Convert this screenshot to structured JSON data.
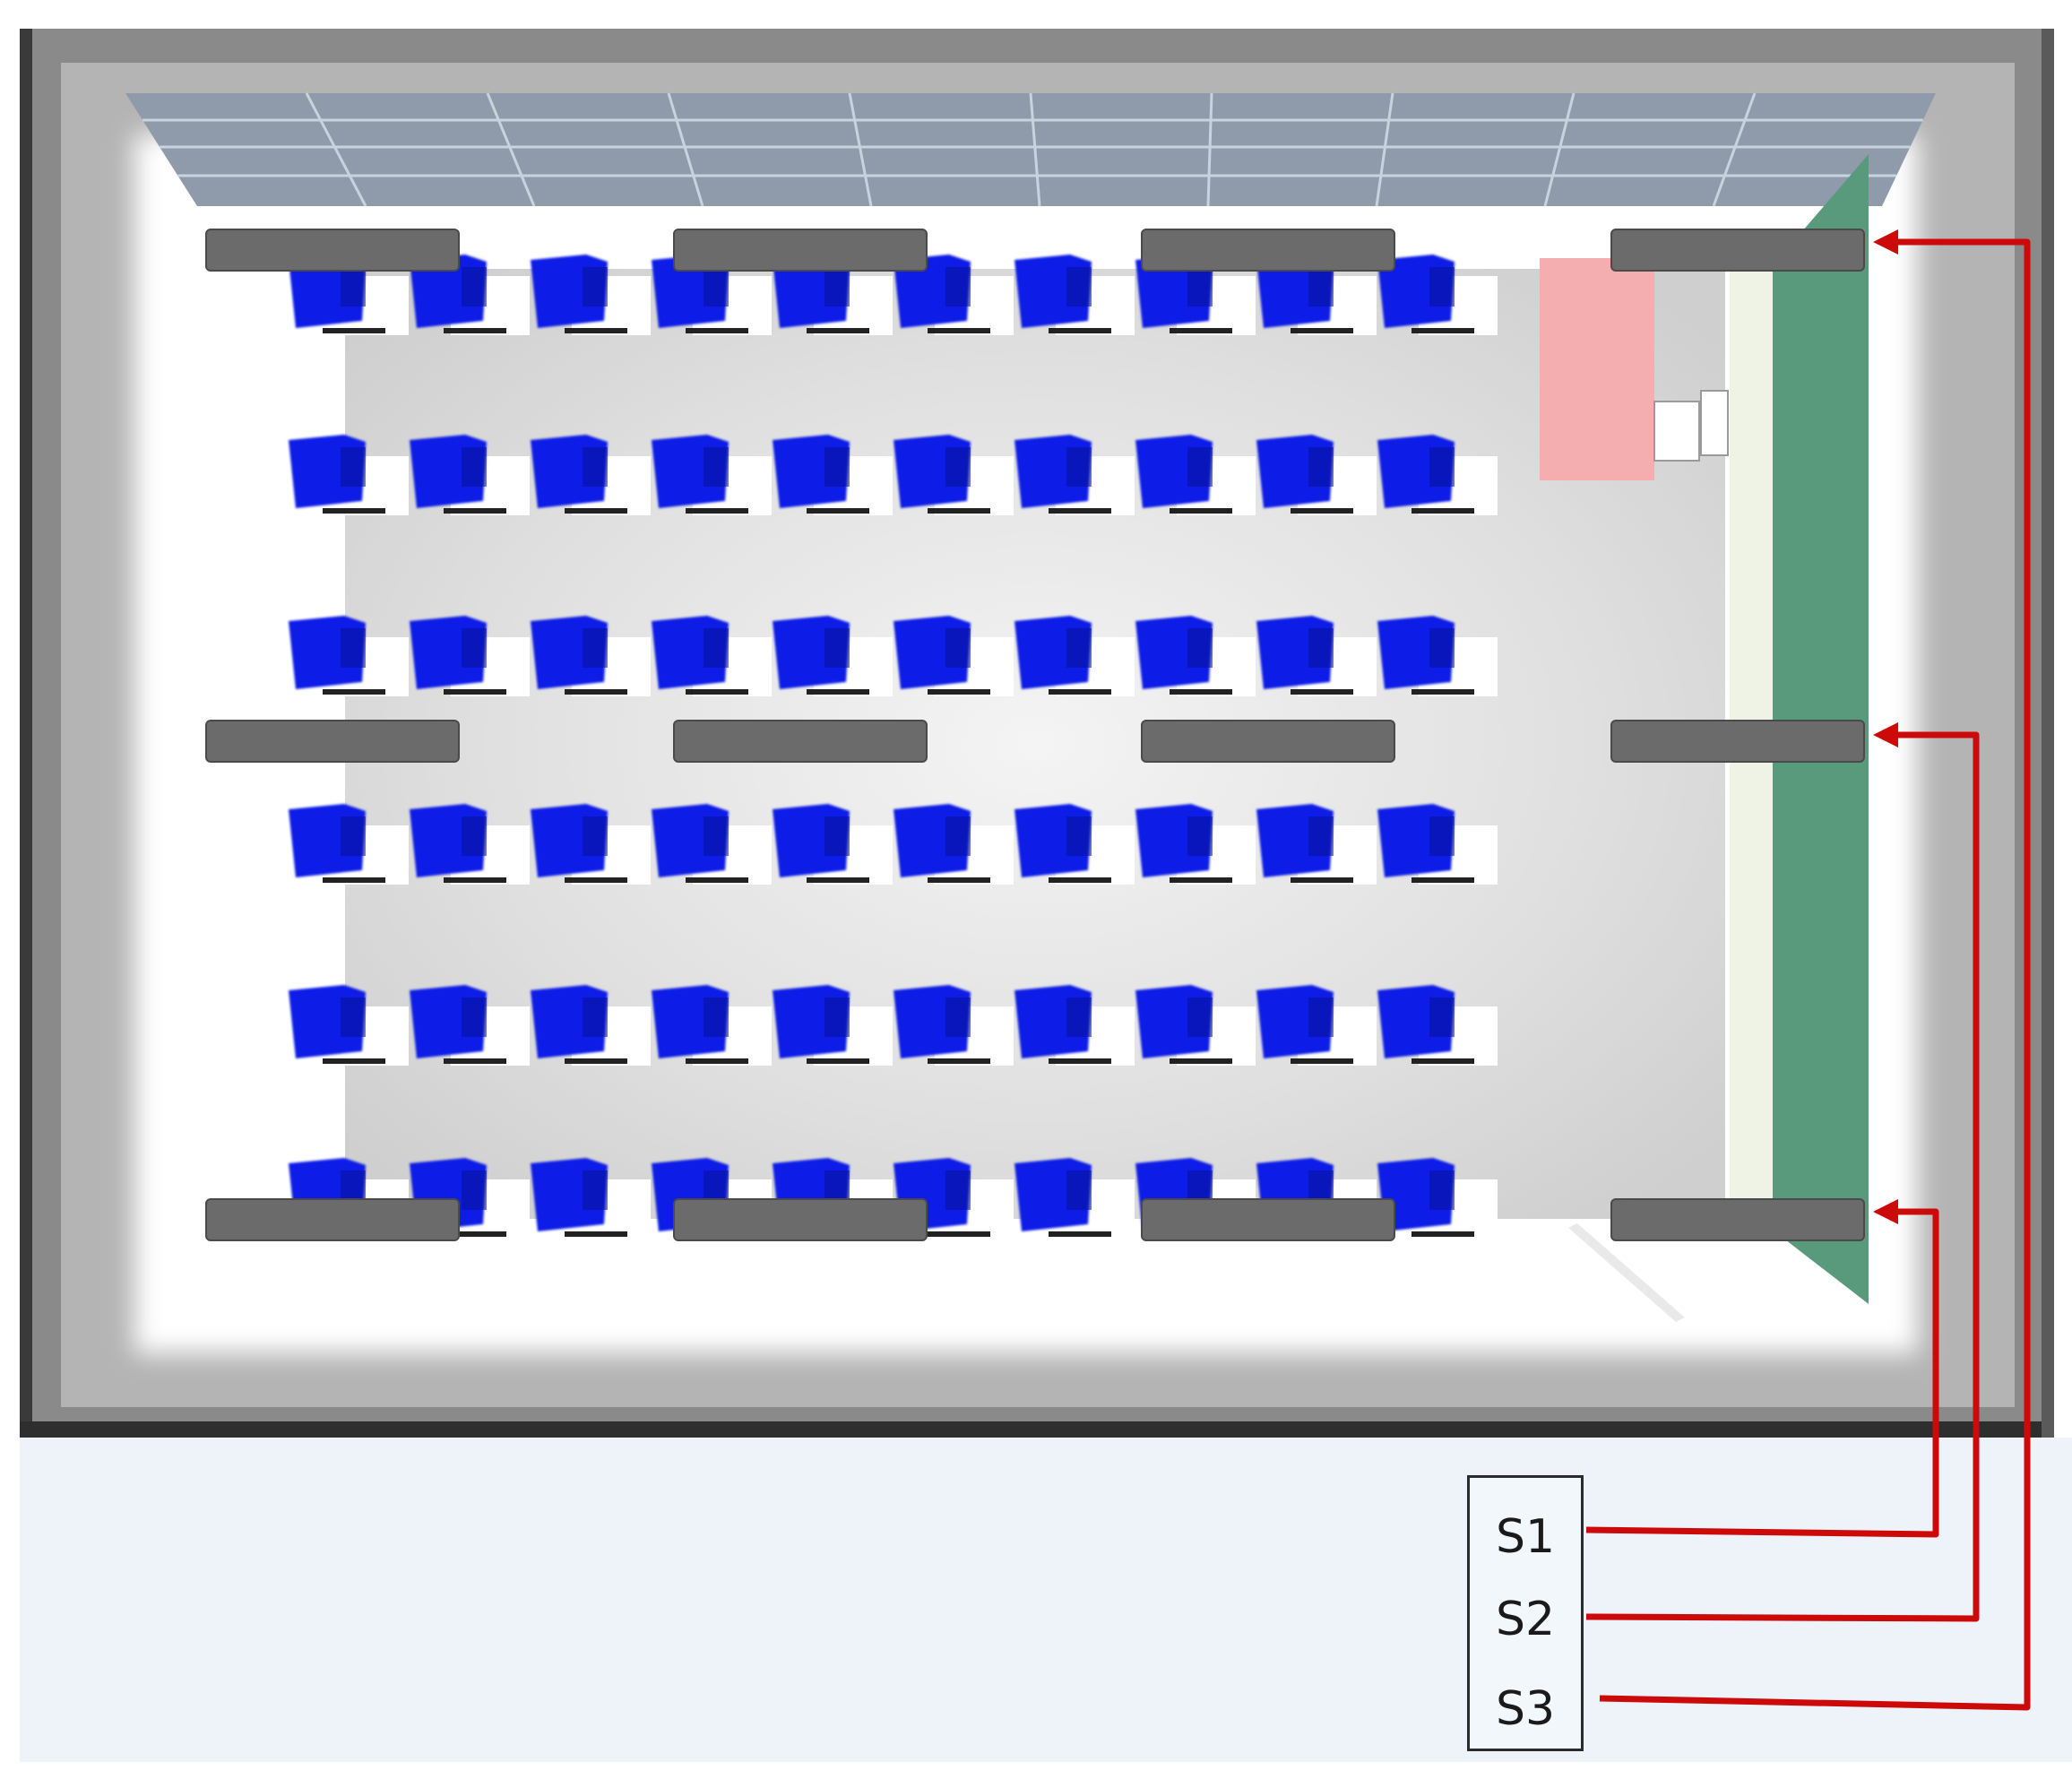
{
  "switches": {
    "s1": "S1",
    "s2": "S2",
    "s3": "S3"
  },
  "layout_counts": {
    "seat_rows": 6,
    "seats_per_row": 10,
    "luminaire_rows": 3,
    "luminaires_per_row": 4
  },
  "colors": {
    "seat": "#0a1ee6",
    "desk": "#ffffff",
    "luminaire": "#6b6b6b",
    "blackboard": "#5a9a7c",
    "teacher_desk": "#f4aeb0",
    "wiring": "#cc0a0a",
    "wall": "#8c8c8c",
    "floor": "#d9d9d9"
  },
  "icons": {
    "luminaire": "ceiling-light-icon",
    "seat": "chair-icon"
  }
}
